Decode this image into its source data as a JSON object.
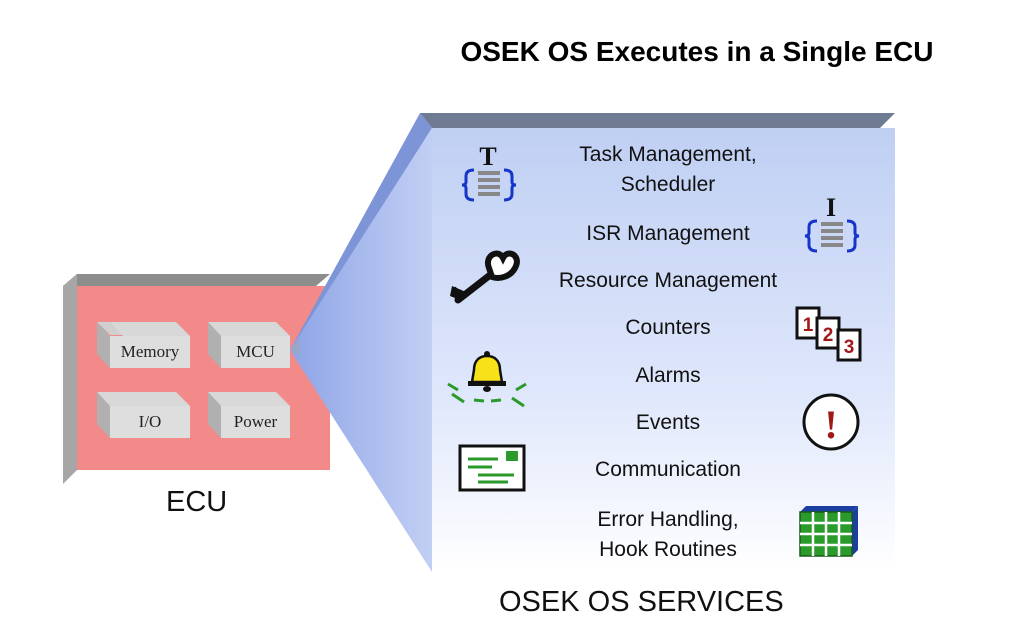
{
  "title": "OSEK OS Executes in a Single ECU",
  "ecu": {
    "label": "ECU",
    "chips": [
      "Memory",
      "MCU",
      "I/O",
      "Power"
    ]
  },
  "services": {
    "caption": "OSEK OS SERVICES",
    "items": [
      {
        "text": "Task Management,\nScheduler",
        "icon": "task-icon"
      },
      {
        "text": "ISR Management",
        "icon": "isr-icon"
      },
      {
        "text": "Resource Management",
        "icon": "key-icon"
      },
      {
        "text": "Counters",
        "icon": "counter-icon"
      },
      {
        "text": "Alarms",
        "icon": "bell-icon"
      },
      {
        "text": "Events",
        "icon": "exclamation-icon"
      },
      {
        "text": "Communication",
        "icon": "message-icon"
      },
      {
        "text": "Error Handling,\nHook Routines",
        "icon": "grid-icon"
      }
    ],
    "icon_text": {
      "task": "T",
      "isr": "I",
      "counters": [
        "1",
        "2",
        "3"
      ],
      "event": "!"
    }
  },
  "colors": {
    "ecu_fill": "#f28a8a",
    "panel_top": "#c3d1f4",
    "panel_bottom": "#ffffff",
    "bracket_blue": "#1535c8",
    "bell_yellow": "#f7e21a",
    "green": "#2a9a2a",
    "counter_red": "#a01818"
  }
}
